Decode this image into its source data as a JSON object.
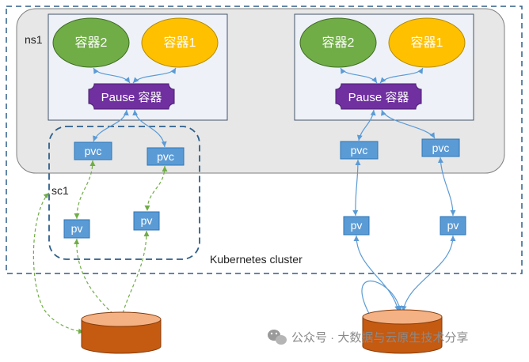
{
  "diagram": {
    "cluster_label": "Kubernetes cluster",
    "namespace_label": "ns1",
    "storage_class_label": "sc1",
    "pods": [
      {
        "container_a": "容器2",
        "container_b": "容器1",
        "pause": "Pause 容器"
      },
      {
        "container_a": "容器2",
        "container_b": "容器1",
        "pause": "Pause 容器"
      }
    ],
    "pvc_label": "pvc",
    "pv_label": "pv",
    "colors": {
      "container_a": "#70ad47",
      "container_b": "#ffc000",
      "pause": "#7030a0",
      "pvc_pv": "#5b9bd5",
      "storage": "#c55a11",
      "storage_top": "#f4b183",
      "dynamic_link": "#70ad47",
      "static_link": "#5b9bd5"
    }
  },
  "watermark": {
    "icon": "wechat-icon",
    "text": "公众号 · 大数据与云原生技术分享"
  }
}
